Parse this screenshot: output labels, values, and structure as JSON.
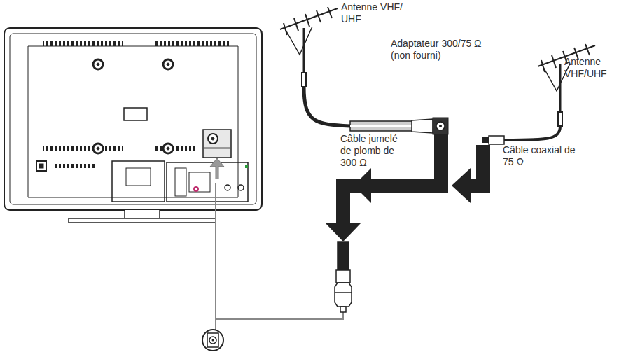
{
  "diagram": {
    "labels": [
      "Antenne VHF/ UHF",
      "Adaptateur 300/75 Ω (non fourni)",
      "Antenne VHF/UHF",
      "Câble jumelé de plomb de 300 Ω",
      "Câble coaxial de 75 Ω"
    ]
  }
}
